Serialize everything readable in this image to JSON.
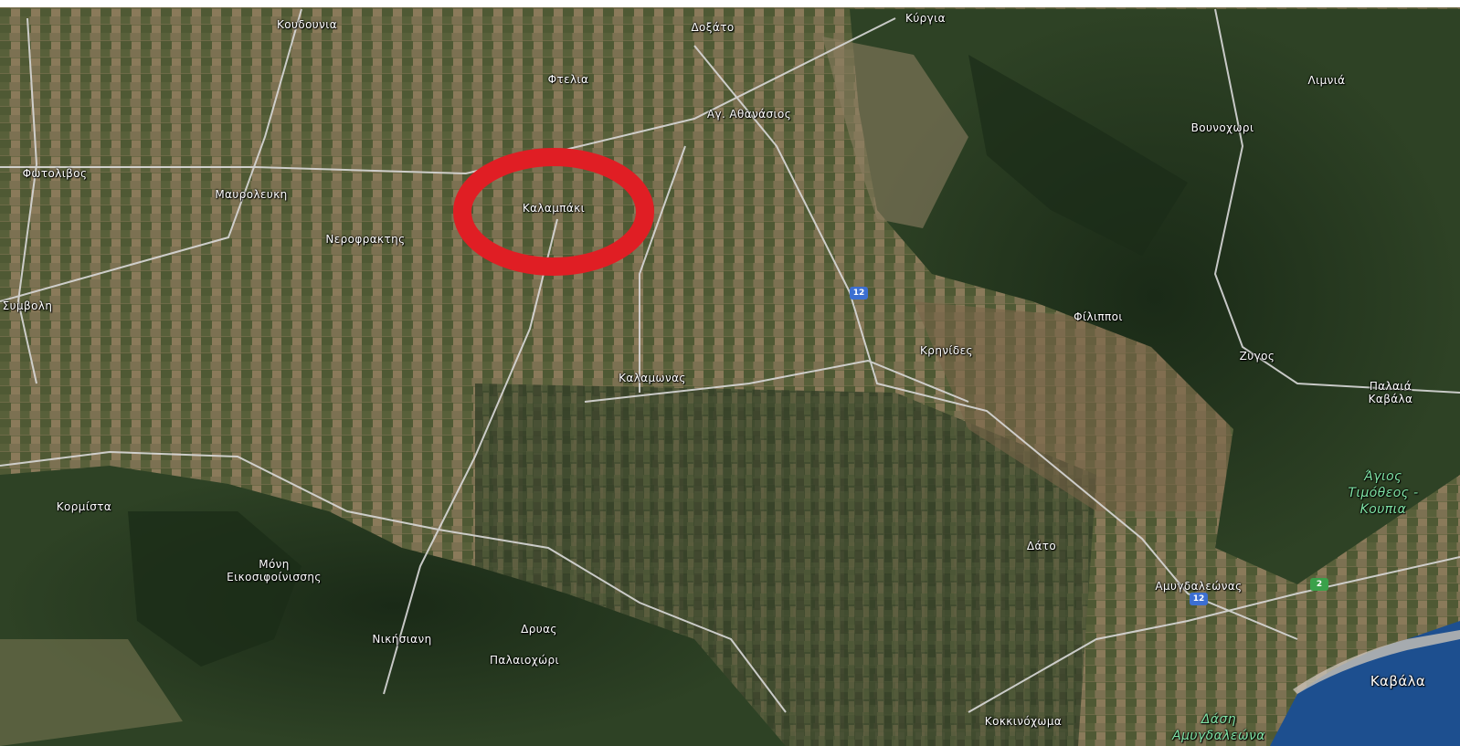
{
  "map": {
    "colors": {
      "plain": "#6e6a4a",
      "forest": "#24361f",
      "road": "#d9d9d9",
      "sea": "#1d4f8f",
      "highlight": "#e01e24",
      "road_shield_blue": "#3c6fd1",
      "road_shield_green": "#3aa14a"
    },
    "highlight_marker": {
      "shape": "ring",
      "target_place": "Καλαμπάκι"
    },
    "places": {
      "koudounia": "Κουδουνια",
      "doxato": "Δοξάτο",
      "kyrgia": "Κύργια",
      "ftelia": "Φτελια",
      "limnia": "Λιμνιά",
      "ag_athanasios": "Αγ. Αθανάσιος",
      "vounoxori": "Βουνοχωρι",
      "fotolivos": "Φωτολιβος",
      "mavroleuki": "Μαυρολευκη",
      "kalampaki": "Καλαμπάκι",
      "nerofraktis": "Νεροφρακτης",
      "symvoli": "Συμβολη",
      "filippoi": "Φίλιπποι",
      "krinides": "Κρηνίδες",
      "zygos": "Ζυγος",
      "kalamonas": "Καλαμωνας",
      "palaia_kavala": "Παλαιά Καβάλα",
      "kormista": "Κορμίστα",
      "agios_timotheos": "Άγιος Τιμόθεος - Κουπια",
      "moni": "Μόνη Εικοσιφοίνισσης",
      "dato": "Δάτο",
      "amygdaleonas": "Αμυγδαλεώνας",
      "nikisiani": "Νικήσιανη",
      "dryas": "Δρυας",
      "palaioxori": "Παλαιοχώρι",
      "kavala": "Καβάλα",
      "kokkinoxoma": "Κοκκινόχωμα",
      "dasi": "Δάση Αμυγδαλεώνα"
    },
    "road_numbers": {
      "r12_a": "12",
      "r12_b": "12",
      "r2": "2"
    }
  }
}
